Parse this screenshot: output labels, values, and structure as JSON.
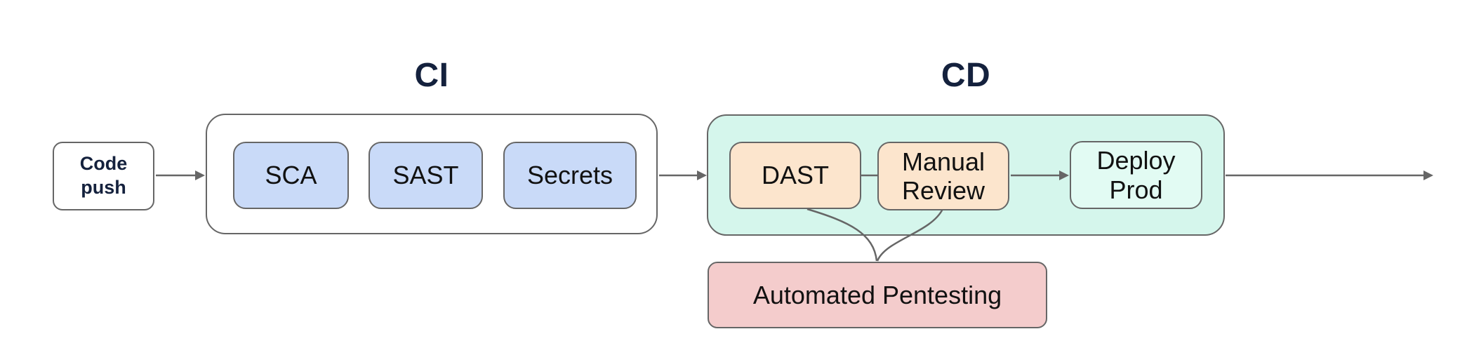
{
  "groups": {
    "ci": {
      "label": "CI"
    },
    "cd": {
      "label": "CD"
    }
  },
  "nodes": {
    "codePush": {
      "line1": "Code",
      "line2": "push"
    },
    "sca": {
      "label": "SCA"
    },
    "sast": {
      "label": "SAST"
    },
    "secrets": {
      "label": "Secrets"
    },
    "dast": {
      "label": "DAST"
    },
    "manualReview": {
      "line1": "Manual",
      "line2": "Review"
    },
    "deployProd": {
      "line1": "Deploy",
      "line2": "Prod"
    },
    "pentest": {
      "label": "Automated Pentesting"
    }
  },
  "colors": {
    "ci_step_fill": "#c9daf8",
    "cd_step_fill": "#fce5cd",
    "cd_container_fill": "#d5f6ec",
    "deploy_prod_fill": "#e2fbf3",
    "pentest_fill": "#f4cccc",
    "connector_stroke": "#666666",
    "heading_text": "#14213d",
    "node_text": "#111111"
  }
}
